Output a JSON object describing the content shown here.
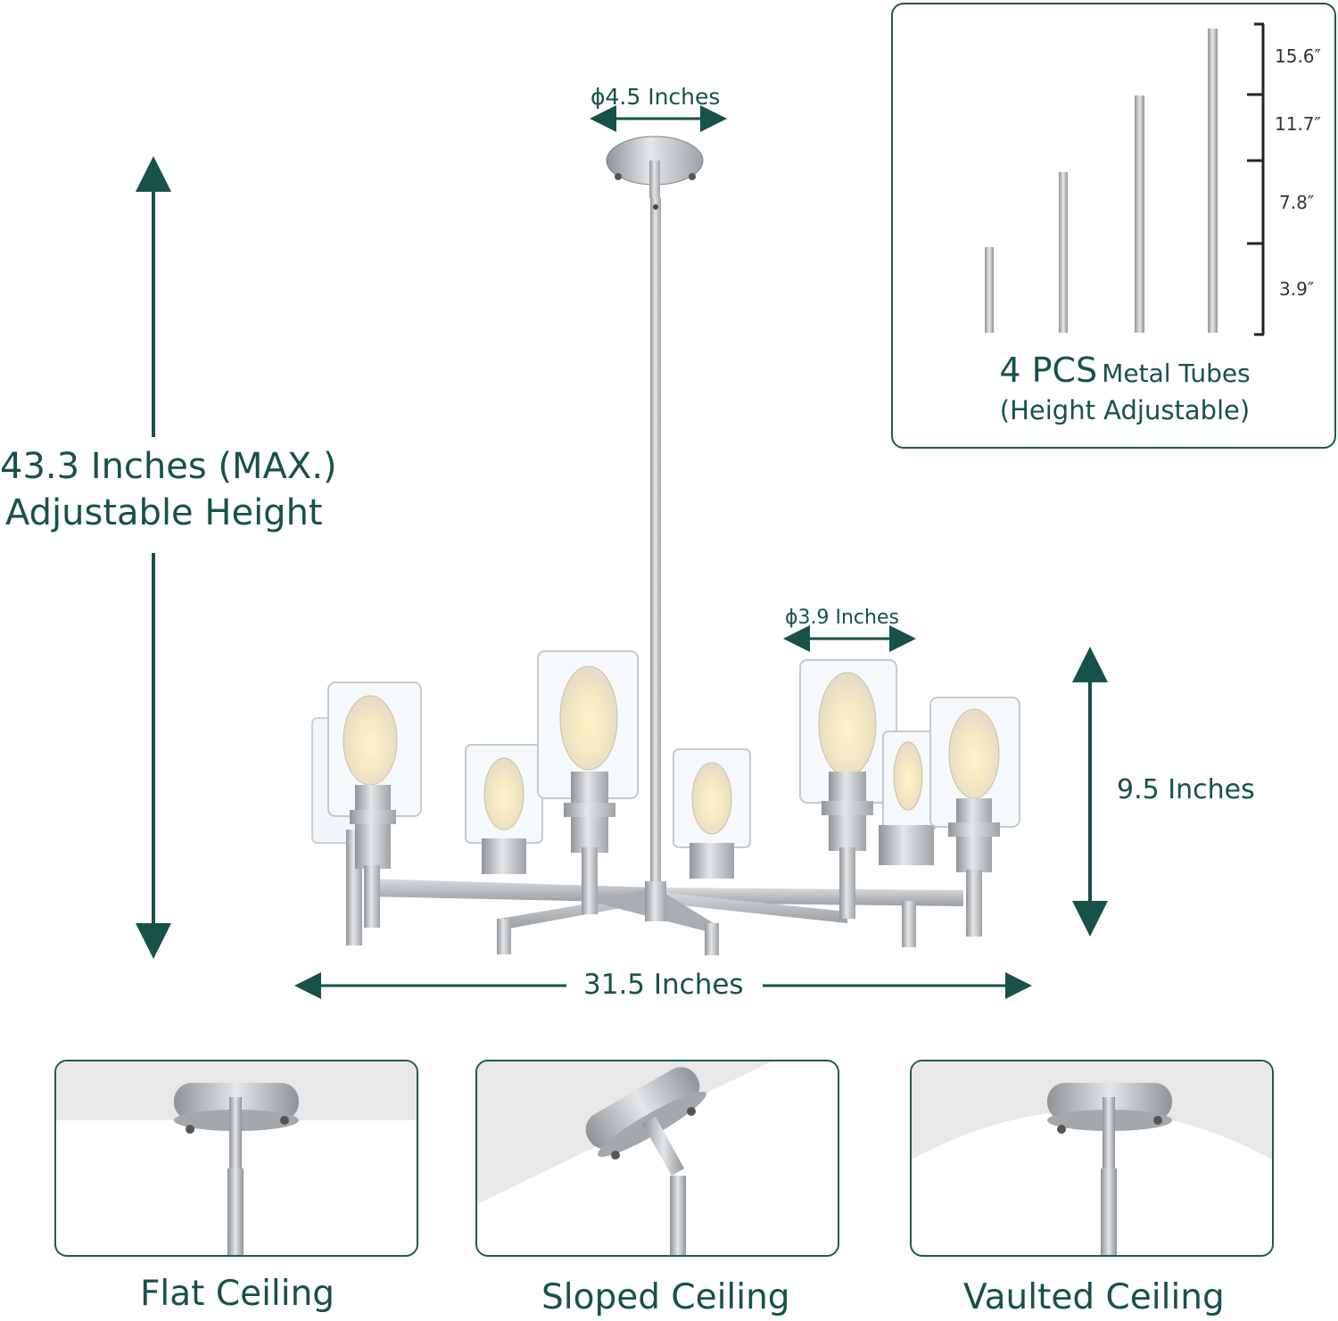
{
  "dimensions": {
    "canopy_diameter": "ϕ4.5 Inches",
    "max_height_line1": "43.3 Inches (MAX.)",
    "max_height_line2": "Adjustable Height",
    "shade_diameter": "ϕ3.9 Inches",
    "shade_height": "9.5 Inches",
    "width": "31.5 Inches"
  },
  "tubes_panel": {
    "lengths": [
      "15.6″",
      "11.7″",
      "7.8″",
      "3.9″"
    ],
    "count_label": "4 PCS",
    "name_label": "Metal Tubes",
    "note": "(Height Adjustable)"
  },
  "ceilings": [
    {
      "label": "Flat Ceiling"
    },
    {
      "label": "Sloped Ceiling"
    },
    {
      "label": "Vaulted Ceiling"
    }
  ],
  "colors": {
    "accent": "#16514a",
    "metal": "#b9bcbf",
    "ceiling_shade": "#e8e8e8"
  }
}
